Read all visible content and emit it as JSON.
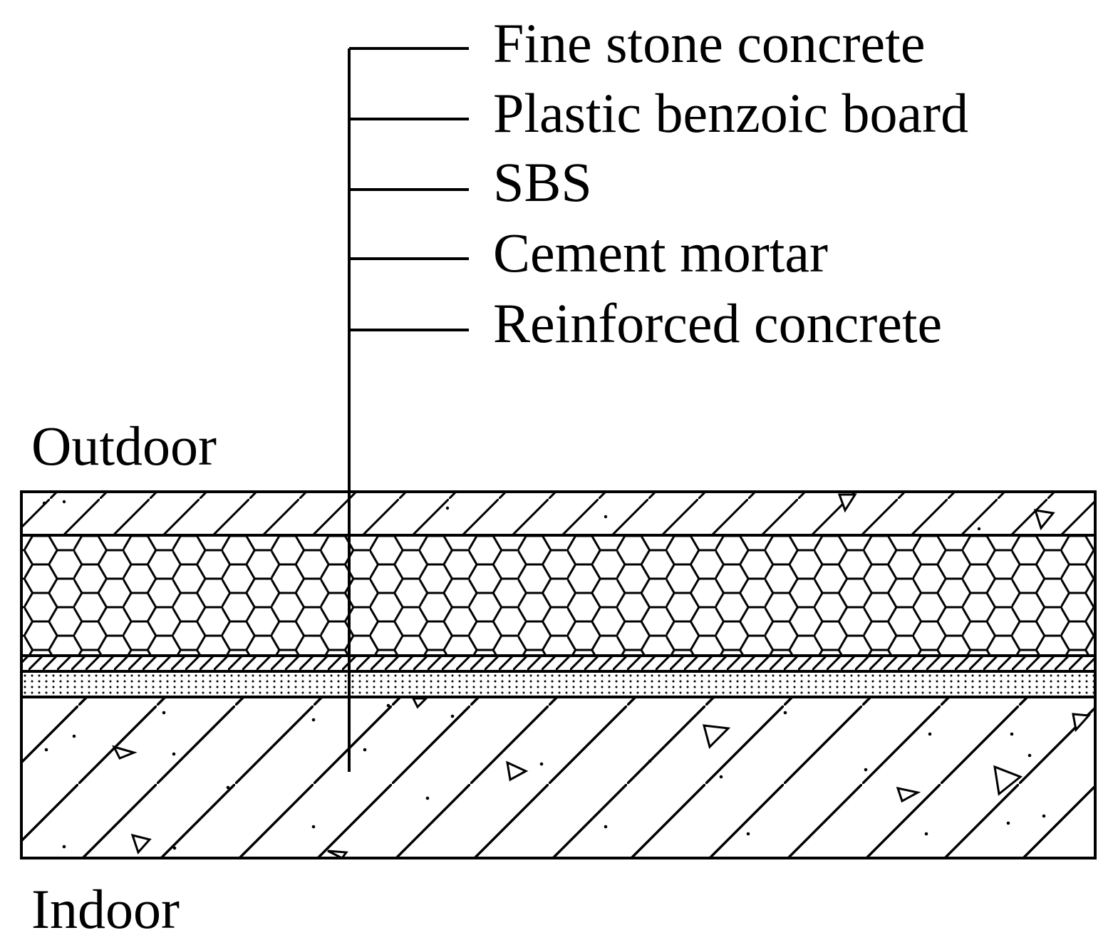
{
  "diagram": {
    "layers": [
      {
        "name": "Fine stone concrete"
      },
      {
        "name": "Plastic benzoic board"
      },
      {
        "name": "SBS"
      },
      {
        "name": "Cement mortar"
      },
      {
        "name": "Reinforced concrete"
      }
    ],
    "outdoor_label": "Outdoor",
    "indoor_label": "Indoor",
    "colors": {
      "ink": "#000000",
      "background": "#ffffff"
    }
  }
}
